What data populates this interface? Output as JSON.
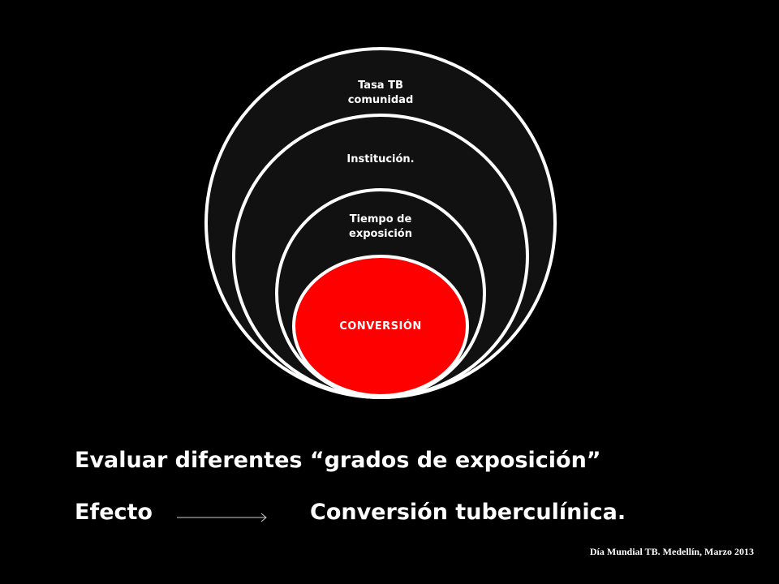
{
  "diagram": {
    "rings": [
      {
        "lines": [
          "Tasa TB",
          "comunidad"
        ]
      },
      {
        "lines": [
          "Institución."
        ]
      },
      {
        "lines": [
          "Tiempo de",
          "exposición"
        ]
      }
    ],
    "core": {
      "label": "CONVERSIÓN"
    },
    "colors": {
      "background": "#000000",
      "ring_fill": "#111111",
      "ring_stroke": "#ffffff",
      "core_fill": "#ff0000"
    }
  },
  "statements": {
    "line1": "Evaluar diferentes “grados de exposición”",
    "effect_label": "Efecto",
    "effect_result": "Conversión tuberculínica."
  },
  "footer": {
    "text": "Día Mundial TB. Medellín, Marzo 2013"
  }
}
